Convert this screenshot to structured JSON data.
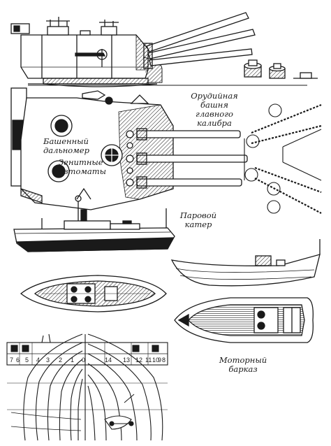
{
  "labels": {
    "turret_line1": "Орудийная",
    "turret_line2": "башня",
    "turret_line3": "главного",
    "turret_line4": "калибра",
    "rangefinder_line1": "Башенный",
    "rangefinder_line2": "дальномер",
    "aa_line1": "Зенитные",
    "aa_line2": "автоматы",
    "steam_line1": "Паровой",
    "steam_line2": "катер",
    "motor_line1": "Моторный",
    "motor_line2": "барказ"
  },
  "frame_numbers": [
    "7",
    "6",
    "5",
    "4",
    "3",
    "2",
    "1",
    "0",
    "14",
    "13",
    "12",
    "11",
    "10",
    "9",
    "8"
  ],
  "colors": {
    "ink": "#1a1a1a",
    "paper": "#ffffff"
  }
}
